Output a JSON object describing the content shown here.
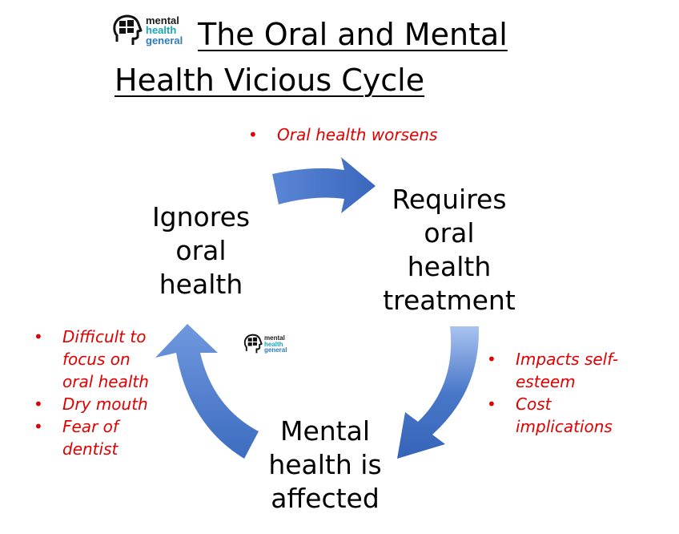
{
  "logo": {
    "line1": "mental",
    "line2": "health",
    "line3": "general"
  },
  "title": {
    "line1": "The Oral and Mental",
    "line2": "Health Vicious Cycle"
  },
  "nodes": {
    "top_left": [
      "Ignores",
      "oral",
      "health"
    ],
    "right": [
      "Requires",
      "oral",
      "health",
      "treatment"
    ],
    "bottom": [
      "Mental",
      "health is",
      "affected"
    ]
  },
  "notes": {
    "top": [
      "Oral health worsens"
    ],
    "right": [
      "Impacts self-esteem",
      "Cost implications"
    ],
    "left": [
      "Difficult to focus on oral health",
      "Dry mouth",
      "Fear of dentist"
    ]
  },
  "colors": {
    "arrow": "#3f6fc4",
    "arrow_light": "#7aa3e6",
    "note_text": "#e00000"
  }
}
